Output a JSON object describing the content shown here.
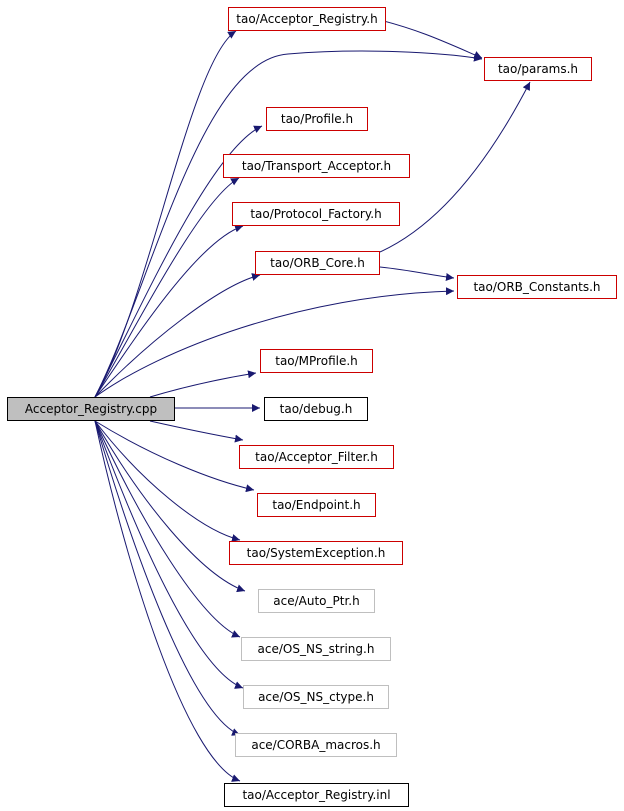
{
  "graph": {
    "root": "Acceptor_Registry.cpp",
    "nodes": [
      {
        "id": "acceptor_registry_h",
        "label": "tao/Acceptor_Registry.h",
        "style": "red"
      },
      {
        "id": "params_h",
        "label": "tao/params.h",
        "style": "red"
      },
      {
        "id": "profile_h",
        "label": "tao/Profile.h",
        "style": "red"
      },
      {
        "id": "transport_acceptor_h",
        "label": "tao/Transport_Acceptor.h",
        "style": "red"
      },
      {
        "id": "protocol_factory_h",
        "label": "tao/Protocol_Factory.h",
        "style": "red"
      },
      {
        "id": "orb_core_h",
        "label": "tao/ORB_Core.h",
        "style": "red"
      },
      {
        "id": "orb_constants_h",
        "label": "tao/ORB_Constants.h",
        "style": "red"
      },
      {
        "id": "mprofile_h",
        "label": "tao/MProfile.h",
        "style": "red"
      },
      {
        "id": "debug_h",
        "label": "tao/debug.h",
        "style": "black"
      },
      {
        "id": "acceptor_filter_h",
        "label": "tao/Acceptor_Filter.h",
        "style": "red"
      },
      {
        "id": "endpoint_h",
        "label": "tao/Endpoint.h",
        "style": "red"
      },
      {
        "id": "systemexception_h",
        "label": "tao/SystemException.h",
        "style": "red"
      },
      {
        "id": "auto_ptr_h",
        "label": "ace/Auto_Ptr.h",
        "style": "grey"
      },
      {
        "id": "os_ns_string_h",
        "label": "ace/OS_NS_string.h",
        "style": "grey"
      },
      {
        "id": "os_ns_ctype_h",
        "label": "ace/OS_NS_ctype.h",
        "style": "grey"
      },
      {
        "id": "corba_macros_h",
        "label": "ace/CORBA_macros.h",
        "style": "grey"
      },
      {
        "id": "acceptor_registry_inl",
        "label": "tao/Acceptor_Registry.inl",
        "style": "black"
      }
    ],
    "edges": [
      [
        "root",
        "acceptor_registry_h"
      ],
      [
        "root",
        "params_h"
      ],
      [
        "root",
        "profile_h"
      ],
      [
        "root",
        "transport_acceptor_h"
      ],
      [
        "root",
        "protocol_factory_h"
      ],
      [
        "root",
        "orb_core_h"
      ],
      [
        "root",
        "orb_constants_h"
      ],
      [
        "root",
        "mprofile_h"
      ],
      [
        "root",
        "debug_h"
      ],
      [
        "root",
        "acceptor_filter_h"
      ],
      [
        "root",
        "endpoint_h"
      ],
      [
        "root",
        "systemexception_h"
      ],
      [
        "root",
        "auto_ptr_h"
      ],
      [
        "root",
        "os_ns_string_h"
      ],
      [
        "root",
        "os_ns_ctype_h"
      ],
      [
        "root",
        "corba_macros_h"
      ],
      [
        "root",
        "acceptor_registry_inl"
      ],
      [
        "acceptor_registry_h",
        "params_h"
      ],
      [
        "orb_core_h",
        "params_h"
      ],
      [
        "orb_core_h",
        "orb_constants_h"
      ]
    ],
    "colors": {
      "edge": "#191970",
      "red_border": "#cc0000",
      "grey_border": "#bfbfbf",
      "root_fill": "#bfbfbf"
    }
  }
}
